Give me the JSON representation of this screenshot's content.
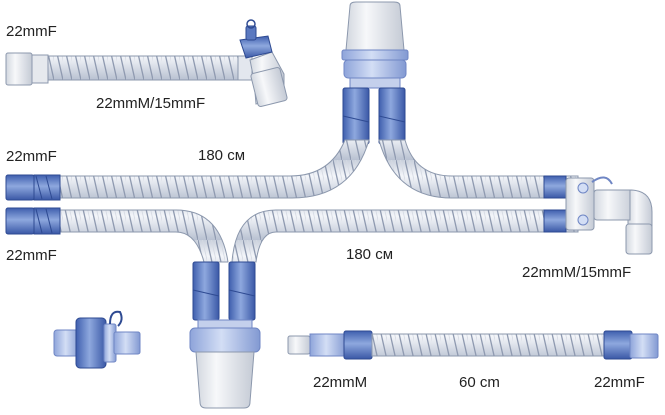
{
  "labels": {
    "top_left_connector": "22mmF",
    "top_elbow_connector": "22mmM/15mmF",
    "upper_tube_connector": "22mmF",
    "upper_tube_length": "180 см",
    "lower_tube_connector": "22mmF",
    "lower_tube_length": "180 см",
    "right_elbow_connector": "22mmM/15mmF",
    "short_tube_left_connector": "22mmM",
    "short_tube_length": "60 cm",
    "short_tube_right_connector": "22mmF"
  },
  "colors": {
    "tube": "#e2e7ef",
    "tube_rib": "#9aa5b8",
    "tube_outline": "#8c98ad",
    "connector_blue": "#5b79c0",
    "connector_blue_light": "#9db3e2",
    "trap_body": "#eceef2",
    "trap_ring": "#a9bde8",
    "text": "#222222"
  }
}
